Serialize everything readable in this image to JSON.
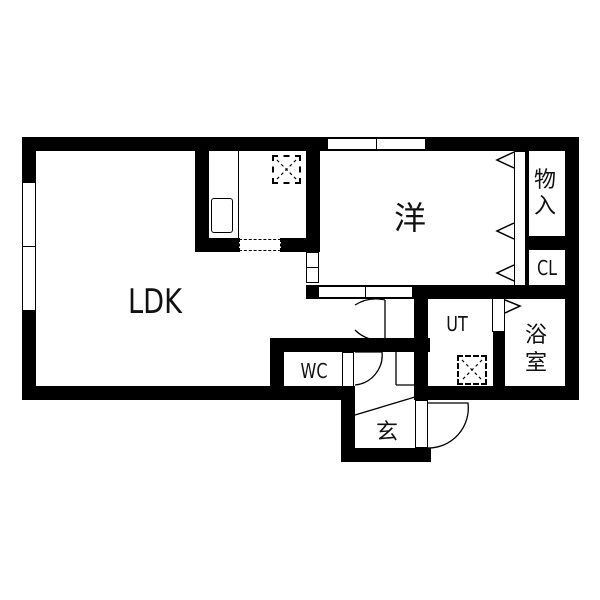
{
  "floorplan": {
    "rooms": [
      {
        "id": "ldk",
        "label": "LDK"
      },
      {
        "id": "western",
        "label": "洋"
      },
      {
        "id": "storage",
        "label": "物入"
      },
      {
        "id": "closet",
        "label": "CL"
      },
      {
        "id": "utility",
        "label": "UT"
      },
      {
        "id": "bath",
        "label": "浴室"
      },
      {
        "id": "toilet",
        "label": "WC"
      },
      {
        "id": "entrance",
        "label": "玄"
      }
    ],
    "colors": {
      "wall": "#000000",
      "background": "#ffffff"
    }
  }
}
